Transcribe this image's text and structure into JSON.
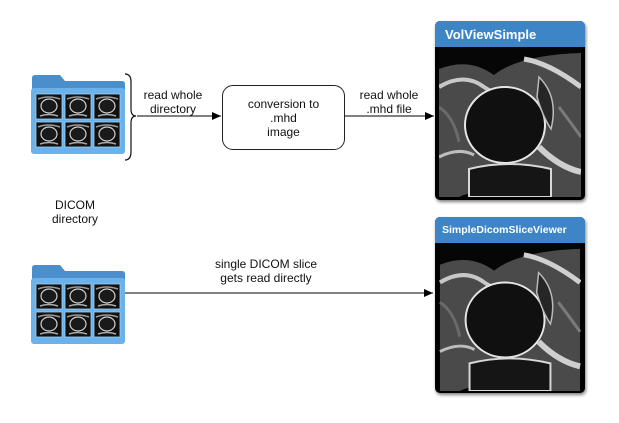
{
  "labels": {
    "read_whole_directory": "read whole\ndirectory",
    "conversion": "conversion to .mhd\nimage",
    "read_whole_mhd": "read whole\n.mhd file",
    "dicom_directory": "DICOM\ndirectory",
    "single_slice": "single DICOM slice\ngets read directly"
  },
  "viewers": [
    {
      "title": "VolViewSimple"
    },
    {
      "title": "SimpleDicomSliceViewer"
    }
  ],
  "colors": {
    "titlebar": "#3d85c6",
    "folder_back": "#4a8fcc",
    "folder_front": "#6cb2ea",
    "arrow": "#000000"
  },
  "icons": [
    "folder-icon",
    "mri-thumbnail-icon",
    "brace-icon",
    "arrow-icon"
  ]
}
